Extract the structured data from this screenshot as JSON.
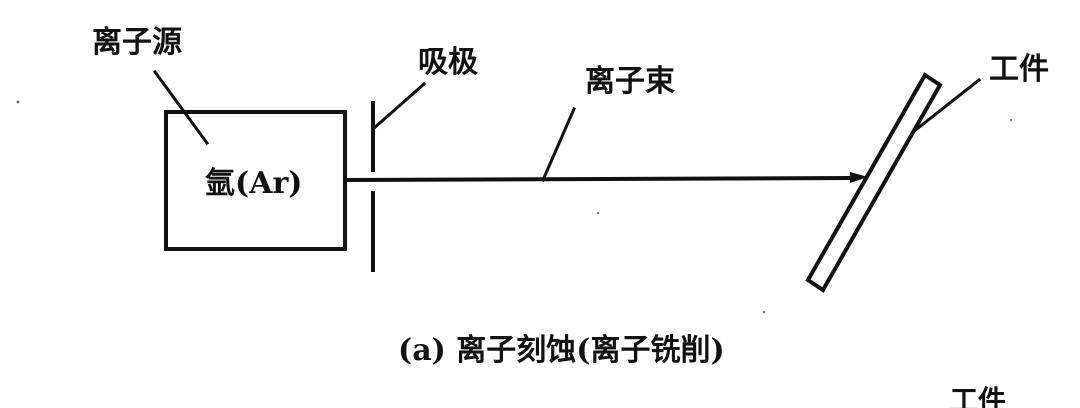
{
  "labels": {
    "ion_source": "离子源",
    "extraction_electrode": "吸极",
    "ion_beam": "离子束",
    "workpiece": "工件",
    "argon": "氩(Ar)",
    "caption": "(a) 离子刻蚀(离子铣削)",
    "workpiece_cut": "工件"
  }
}
